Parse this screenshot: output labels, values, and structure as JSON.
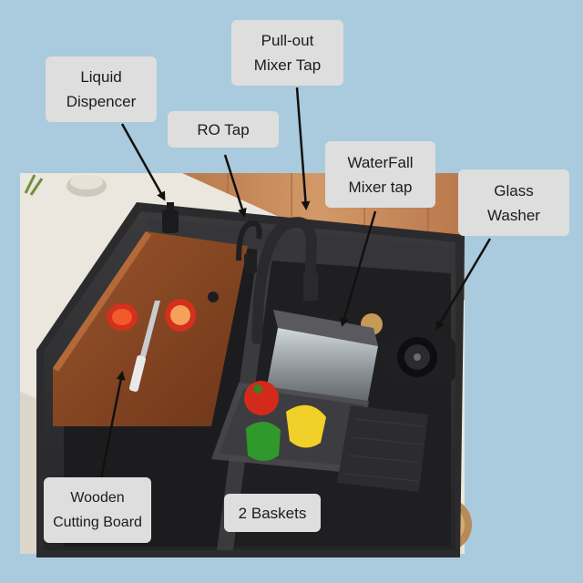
{
  "labels": {
    "pull_out_mixer_tap": [
      "Pull-out",
      "Mixer Tap"
    ],
    "liquid_dispencer": [
      "Liquid",
      "Dispencer"
    ],
    "ro_tap": [
      "RO Tap"
    ],
    "waterfall_mixer_tap": [
      "WaterFall",
      "Mixer tap"
    ],
    "glass_washer": [
      "Glass",
      "Washer"
    ],
    "wooden_cutting_board": [
      "Wooden",
      "Cutting Board"
    ],
    "two_baskets": [
      "2 Baskets"
    ]
  },
  "colors": {
    "background": "#a9cbdd",
    "label_fill": "#dedede",
    "arrow": "#111111",
    "sink": "#2e2e30",
    "counter": "#e9e4dc",
    "floor_wood": "#c98a5a",
    "cutting_board": "#8b4a26"
  }
}
